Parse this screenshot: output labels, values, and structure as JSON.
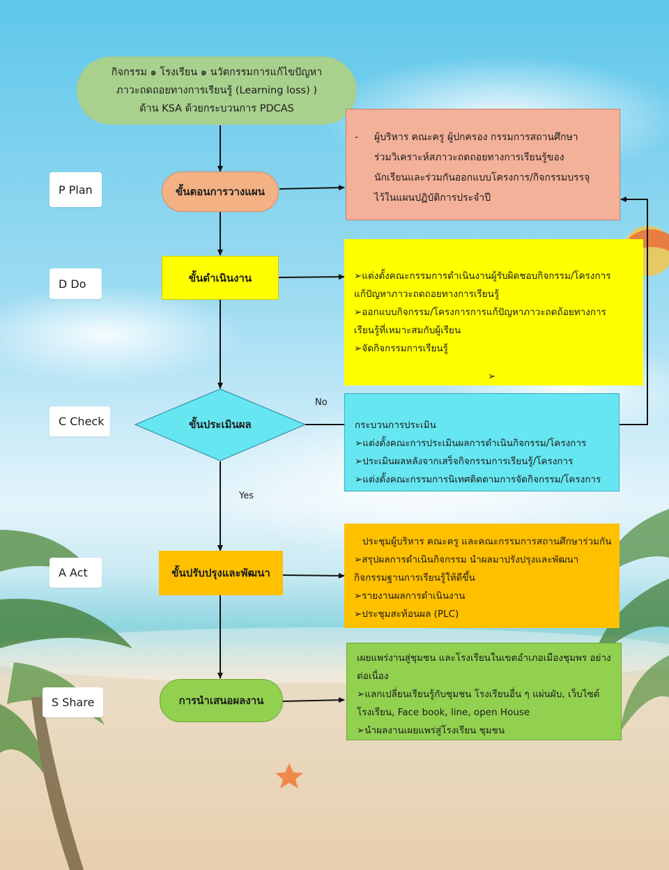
{
  "colors": {
    "title_fill": "#a9d18e",
    "plan_fill": "#f4b183",
    "plan_note_fill": "#f4b199",
    "do_fill": "#ffff00",
    "check_fill": "#66e6f0",
    "check_note_fill": "#66e6f0",
    "act_fill": "#ffc000",
    "share_fill": "#92d050",
    "connector": "#111111"
  },
  "title": {
    "line1": "กิจกรรม ๑ โรงเรียน ๑ นวัตกรรมการแก้ไขปัญหา",
    "line2": "ภาวะถดถอยทางการเรียนรู้ (Learning loss) )",
    "line3": "ด้าน KSA ด้วยกระบวนการ PDCAS"
  },
  "phases": {
    "plan": "P Plan",
    "do": "D Do",
    "check": "C Check",
    "act": "A Act",
    "share": "S Share"
  },
  "steps": {
    "plan": "ขั้นตอนการวางแผน",
    "do": "ขั้นดำเนินงาน",
    "check": "ขั้นประเมินผล",
    "act": "ขั้นปรับปรุงและพัฒนา",
    "share": "การนำเสนอผลงาน"
  },
  "edge_labels": {
    "no": "No",
    "yes": "Yes"
  },
  "notes": {
    "plan": {
      "bullet": "-",
      "lines": [
        "ผู้บริหาร คณะครู ผู้ปกครอง กรรมการสถานศึกษา",
        "ร่วมวิเคราะห์สภาวะถดถอยทางการเรียนรู้ของ",
        "นักเรียนและร่วมกันออกแบบโครงการ/กิจกรรมบรรจุ",
        "ไว้ในแผนปฏิบัติการประจำปี"
      ]
    },
    "do": {
      "lines": [
        "➢แต่งตั้งคณะกรรมการดำเนินงานผู้รับผิดชอบกิจกรรม/โครงการ",
        "แก้ปัญหาภาวะถดถอยทางการเรียนรู้",
        "➢ออกแบบกิจกรรม/โครงการการแก้ปัญหาภาวะถดถ้อยทางการ",
        "เรียนรู้ที่เหมาะสมกับผู้เรียน",
        "➢จัดกิจกรรมการเรียนรู้"
      ],
      "trailing_arrow": "➢"
    },
    "check": {
      "lines": [
        "กระบวนการประเมิน",
        "➢แต่งตั้งคณะการประเมินผลการดำเนินกิจกรรม/โครงการ",
        "➢ประเมินผลหลังจากเสร็จกิจกรรมการเรียนรู้/โครงการ",
        "➢แต่งตั้งคณะกรรมการนิเทศติดตามการจัดกิจกรรม/โครงการ"
      ]
    },
    "act": {
      "lines": [
        "ประชุมผู้บริหาร คณะครู และคณะกรรมการสถานศึกษาร่วมกัน",
        "➢สรุปผลการดำเนินกิจกรรม นำผลมาปรังปรุงและพัฒนา",
        "กิจกรรมฐานการเรียนรู้ให้ดีขึ้น",
        "➢รายงานผลการดำเนินงาน",
        "➢ประชุมสะท้อนผล (PLC)"
      ]
    },
    "share": {
      "lines": [
        "เผยแพร่งานสู่ชุมชน และโรงเรียนในเขตอำเภอเมืองชุมพร อย่าง",
        "ต่อเนื่อง",
        "➢แลกเปลี่ยนเรียนรู้กับชุมชน โรงเรียนอื่น ๆ แผ่นผับ, เว็บไซต์",
        "โรงเรียน, Face book, line, open House",
        "➢นำผลงานเผยแพร่สู่โรงเรียน ชุมชน"
      ]
    }
  }
}
